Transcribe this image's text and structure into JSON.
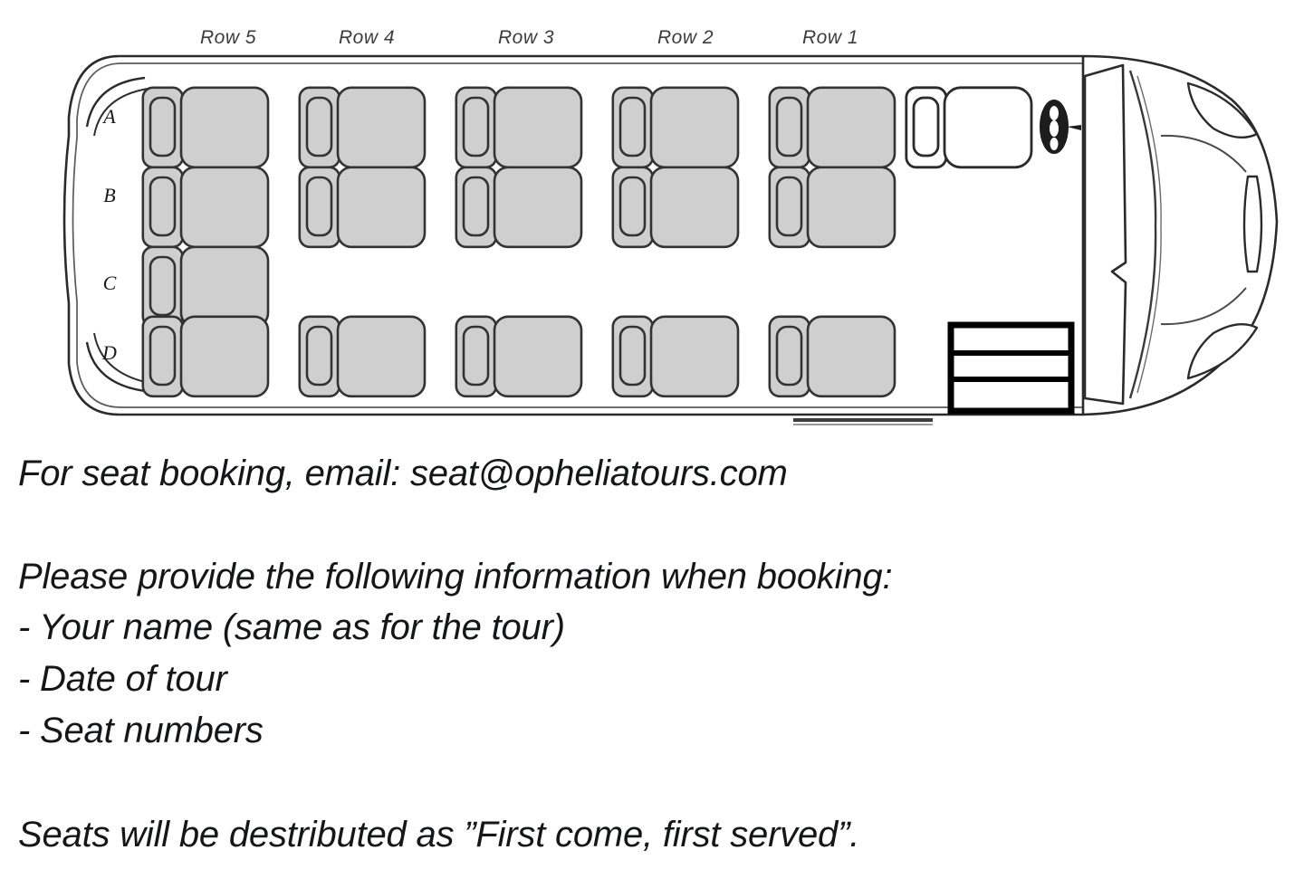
{
  "diagram": {
    "name": "bus-seating-plan",
    "row_labels": [
      "Row 5",
      "Row 4",
      "Row 3",
      "Row 2",
      "Row 1"
    ],
    "column_labels": [
      "A",
      "B",
      "C",
      "D"
    ],
    "seat_fill_color": "#cfcfcf",
    "seat_stroke_color": "#333333",
    "body_stroke_color": "#222222",
    "background_color": "#ffffff",
    "driver_seat_fill": "#ffffff",
    "elements": {
      "steering_wheel": "steering-wheel",
      "door_steps": "door-steps",
      "windshield": "windshield",
      "headlights": "headlights",
      "running_board": "running-board"
    },
    "seat_map": [
      {
        "row": "Row 5",
        "seats": [
          "A",
          "B",
          "C",
          "D"
        ]
      },
      {
        "row": "Row 4",
        "seats": [
          "A",
          "B",
          "D"
        ]
      },
      {
        "row": "Row 3",
        "seats": [
          "A",
          "B",
          "D"
        ]
      },
      {
        "row": "Row 2",
        "seats": [
          "A",
          "B",
          "D"
        ]
      },
      {
        "row": "Row 1",
        "seats": [
          "A",
          "B",
          "D"
        ]
      }
    ]
  },
  "text": {
    "booking_line": "For seat booking, email: seat@opheliatours.com",
    "instructions_heading": "Please provide the following information when booking:",
    "instructions": [
      "- Your name (same as for the tour)",
      "- Date of tour",
      "- Seat numbers"
    ],
    "footer_line": "Seats will be destributed as ”First come, first served”."
  }
}
